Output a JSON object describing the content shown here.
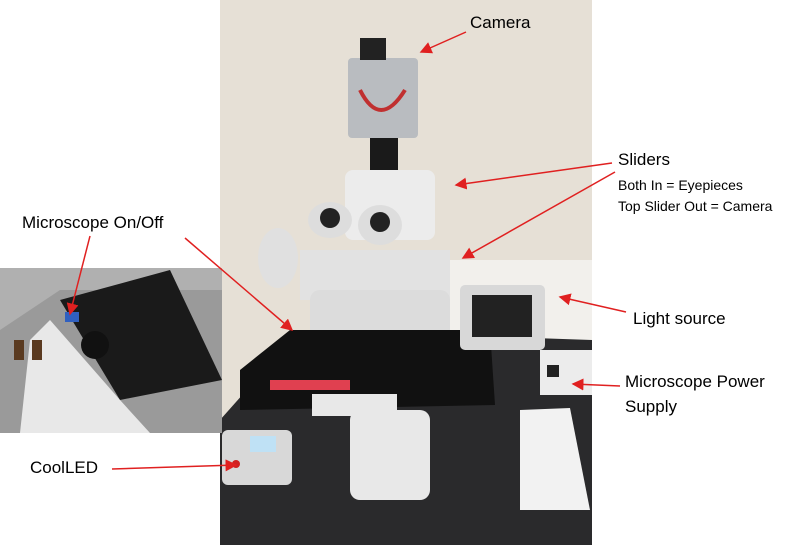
{
  "labels": {
    "camera": "Camera",
    "sliders": "Sliders",
    "sliders_line1": "Both In = Eyepieces",
    "sliders_line2": "Top Slider Out = Camera",
    "on_off": "Microscope On/Off",
    "light_source": "Light source",
    "power_supply_line1": "Microscope Power",
    "power_supply_line2": "Supply",
    "coolled": "CoolLED"
  },
  "colors": {
    "arrow": "#e02020",
    "table": "#1c1c1e",
    "wall": "#e8e2d8"
  }
}
